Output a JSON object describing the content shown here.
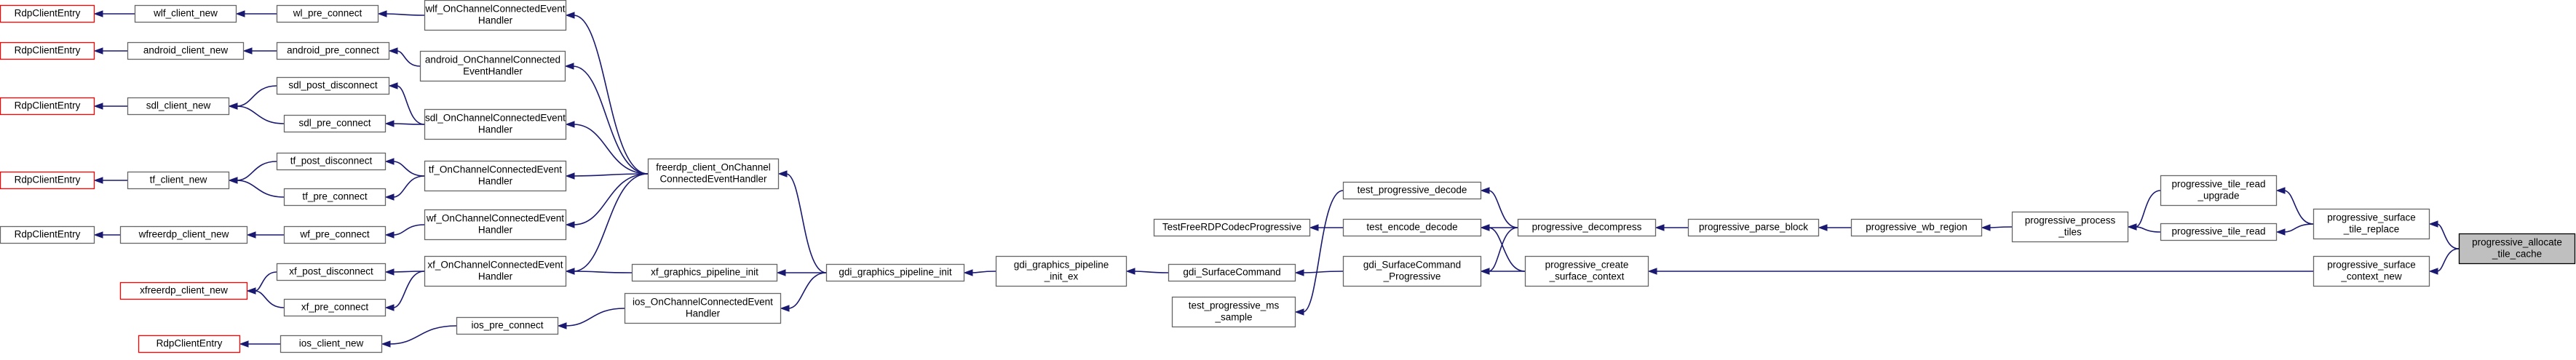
{
  "diagram": {
    "nodes": [
      {
        "id": "n0",
        "lines": [
          "progressive_allocate",
          "_tile_cache"
        ],
        "highlight": true
      },
      {
        "id": "n1",
        "lines": [
          "progressive_surface",
          "_tile_replace"
        ]
      },
      {
        "id": "n2",
        "lines": [
          "progressive_surface",
          "_context_new"
        ]
      },
      {
        "id": "n3",
        "lines": [
          "progressive_tile_read",
          "_upgrade"
        ]
      },
      {
        "id": "n4",
        "lines": [
          "progressive_tile_read"
        ]
      },
      {
        "id": "n5",
        "lines": [
          "progressive_process",
          "_tiles"
        ]
      },
      {
        "id": "n6",
        "lines": [
          "progressive_wb_region"
        ]
      },
      {
        "id": "n7",
        "lines": [
          "progressive_parse_block"
        ]
      },
      {
        "id": "n8",
        "lines": [
          "progressive_decompress"
        ]
      },
      {
        "id": "n9",
        "lines": [
          "progressive_create",
          "_surface_context"
        ]
      },
      {
        "id": "n10",
        "lines": [
          "test_progressive_decode"
        ]
      },
      {
        "id": "n11",
        "lines": [
          "test_encode_decode"
        ]
      },
      {
        "id": "n12",
        "lines": [
          "gdi_SurfaceCommand",
          "_Progressive"
        ]
      },
      {
        "id": "n13",
        "lines": [
          "test_progressive_ms",
          "_sample"
        ]
      },
      {
        "id": "n14",
        "lines": [
          "TestFreeRDPCodecProgressive"
        ]
      },
      {
        "id": "n15",
        "lines": [
          "gdi_SurfaceCommand"
        ]
      },
      {
        "id": "n16",
        "lines": [
          "gdi_graphics_pipeline",
          "_init_ex"
        ]
      },
      {
        "id": "n17",
        "lines": [
          "gdi_graphics_pipeline_init"
        ]
      },
      {
        "id": "n18",
        "lines": [
          "freerdp_client_OnChannel",
          "ConnectedEventHandler"
        ]
      },
      {
        "id": "n19",
        "lines": [
          "ios_OnChannelConnectedEvent",
          "Handler"
        ]
      },
      {
        "id": "n20",
        "lines": [
          "xf_graphics_pipeline_init"
        ]
      },
      {
        "id": "n21",
        "lines": [
          "android_OnChannelConnected",
          "EventHandler"
        ]
      },
      {
        "id": "n22",
        "lines": [
          "sdl_OnChannelConnectedEvent",
          "Handler"
        ]
      },
      {
        "id": "n23",
        "lines": [
          "tf_OnChannelConnectedEvent",
          "Handler"
        ]
      },
      {
        "id": "n24",
        "lines": [
          "wf_OnChannelConnectedEvent",
          "Handler"
        ]
      },
      {
        "id": "n25",
        "lines": [
          "wlf_OnChannelConnectedEvent",
          "Handler"
        ]
      },
      {
        "id": "n26",
        "lines": [
          "xf_OnChannelConnectedEvent",
          "Handler"
        ]
      },
      {
        "id": "n27",
        "lines": [
          "ios_pre_connect"
        ]
      },
      {
        "id": "n28",
        "lines": [
          "ios_client_new"
        ]
      },
      {
        "id": "n29",
        "lines": [
          "RdpClientEntry"
        ],
        "red": true
      },
      {
        "id": "n30",
        "lines": [
          "android_pre_connect"
        ]
      },
      {
        "id": "n31",
        "lines": [
          "android_client_new"
        ]
      },
      {
        "id": "n32",
        "lines": [
          "RdpClientEntry"
        ],
        "red": true
      },
      {
        "id": "n33",
        "lines": [
          "sdl_post_disconnect"
        ]
      },
      {
        "id": "n34",
        "lines": [
          "sdl_client_new"
        ]
      },
      {
        "id": "n35",
        "lines": [
          "RdpClientEntry"
        ],
        "red": true
      },
      {
        "id": "n36",
        "lines": [
          "sdl_pre_connect"
        ]
      },
      {
        "id": "n37",
        "lines": [
          "tf_post_disconnect"
        ]
      },
      {
        "id": "n38",
        "lines": [
          "tf_client_new"
        ]
      },
      {
        "id": "n39",
        "lines": [
          "RdpClientEntry"
        ],
        "red": true
      },
      {
        "id": "n40",
        "lines": [
          "tf_pre_connect"
        ]
      },
      {
        "id": "n41",
        "lines": [
          "wf_pre_connect"
        ]
      },
      {
        "id": "n42",
        "lines": [
          "wfreerdp_client_new"
        ]
      },
      {
        "id": "n43",
        "lines": [
          "RdpClientEntry"
        ]
      },
      {
        "id": "n44",
        "lines": [
          "wl_pre_connect"
        ]
      },
      {
        "id": "n45",
        "lines": [
          "wlf_client_new"
        ]
      },
      {
        "id": "n46",
        "lines": [
          "RdpClientEntry"
        ],
        "red": true
      },
      {
        "id": "n47",
        "lines": [
          "xf_post_disconnect"
        ]
      },
      {
        "id": "n48",
        "lines": [
          "xfreerdp_client_new"
        ],
        "red": true
      },
      {
        "id": "n49",
        "lines": [
          "xf_pre_connect"
        ]
      }
    ],
    "edges": [
      [
        "n1",
        "n0"
      ],
      [
        "n2",
        "n0"
      ],
      [
        "n3",
        "n1"
      ],
      [
        "n4",
        "n1"
      ],
      [
        "n5",
        "n3"
      ],
      [
        "n5",
        "n4"
      ],
      [
        "n6",
        "n5"
      ],
      [
        "n7",
        "n6"
      ],
      [
        "n8",
        "n7"
      ],
      [
        "n9",
        "n2"
      ],
      [
        "n10",
        "n8"
      ],
      [
        "n11",
        "n8"
      ],
      [
        "n12",
        "n8"
      ],
      [
        "n11",
        "n9"
      ],
      [
        "n12",
        "n9"
      ],
      [
        "n13",
        "n10"
      ],
      [
        "n14",
        "n11"
      ],
      [
        "n15",
        "n12"
      ],
      [
        "n16",
        "n15"
      ],
      [
        "n17",
        "n16"
      ],
      [
        "n18",
        "n17"
      ],
      [
        "n19",
        "n17"
      ],
      [
        "n20",
        "n17"
      ],
      [
        "n21",
        "n18"
      ],
      [
        "n22",
        "n18"
      ],
      [
        "n23",
        "n18"
      ],
      [
        "n24",
        "n18"
      ],
      [
        "n25",
        "n18"
      ],
      [
        "n26",
        "n18"
      ],
      [
        "n27",
        "n19"
      ],
      [
        "n28",
        "n27"
      ],
      [
        "n29",
        "n28"
      ],
      [
        "n30",
        "n21"
      ],
      [
        "n31",
        "n30"
      ],
      [
        "n32",
        "n31"
      ],
      [
        "n33",
        "n22"
      ],
      [
        "n36",
        "n22"
      ],
      [
        "n34",
        "n33"
      ],
      [
        "n34",
        "n36"
      ],
      [
        "n35",
        "n34"
      ],
      [
        "n37",
        "n23"
      ],
      [
        "n40",
        "n23"
      ],
      [
        "n38",
        "n37"
      ],
      [
        "n38",
        "n40"
      ],
      [
        "n39",
        "n38"
      ],
      [
        "n41",
        "n24"
      ],
      [
        "n42",
        "n41"
      ],
      [
        "n43",
        "n42"
      ],
      [
        "n44",
        "n25"
      ],
      [
        "n45",
        "n44"
      ],
      [
        "n46",
        "n45"
      ],
      [
        "n47",
        "n26"
      ],
      [
        "n49",
        "n26"
      ],
      [
        "n48",
        "n47"
      ],
      [
        "n48",
        "n49"
      ],
      [
        "n26",
        "n20"
      ]
    ]
  }
}
